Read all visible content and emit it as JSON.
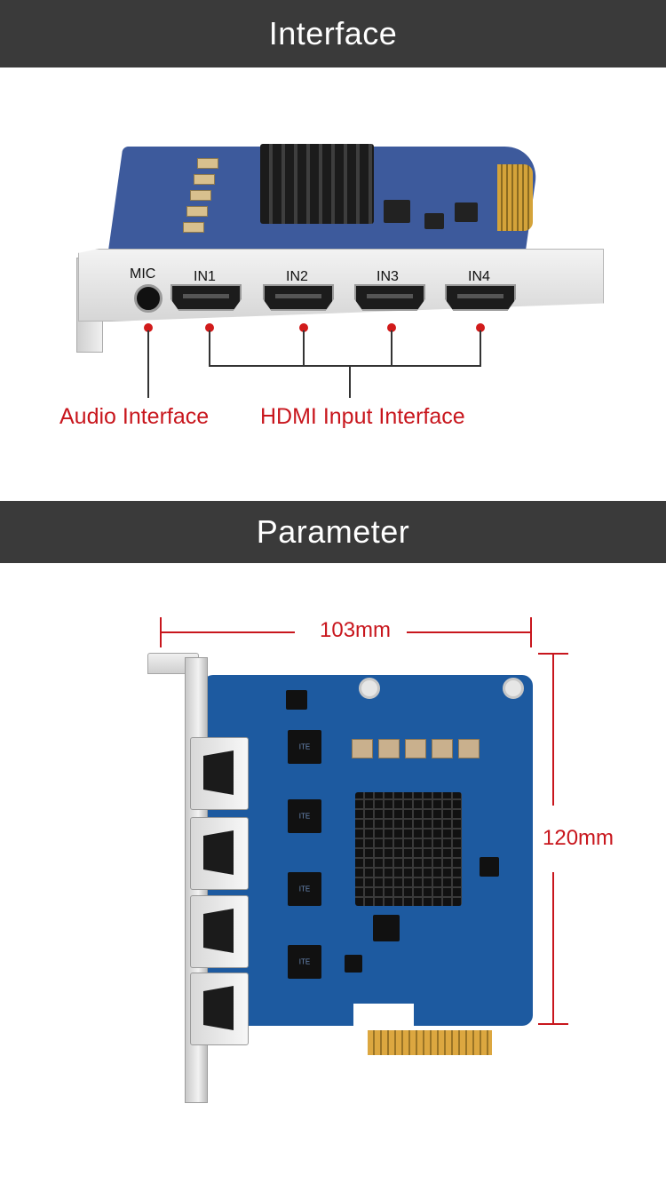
{
  "interface_section": {
    "title": "Interface",
    "port_labels": [
      "MIC",
      "IN1",
      "IN2",
      "IN3",
      "IN4"
    ],
    "callouts": {
      "audio": "Audio Interface",
      "hdmi": "HDMI Input Interface"
    }
  },
  "parameter_section": {
    "title": "Parameter",
    "width_label": "103mm",
    "height_label": "120mm"
  },
  "colors": {
    "header_bg": "#3a3a3a",
    "accent_red": "#c8161d",
    "pcb_blue": "#1d5aa0"
  }
}
